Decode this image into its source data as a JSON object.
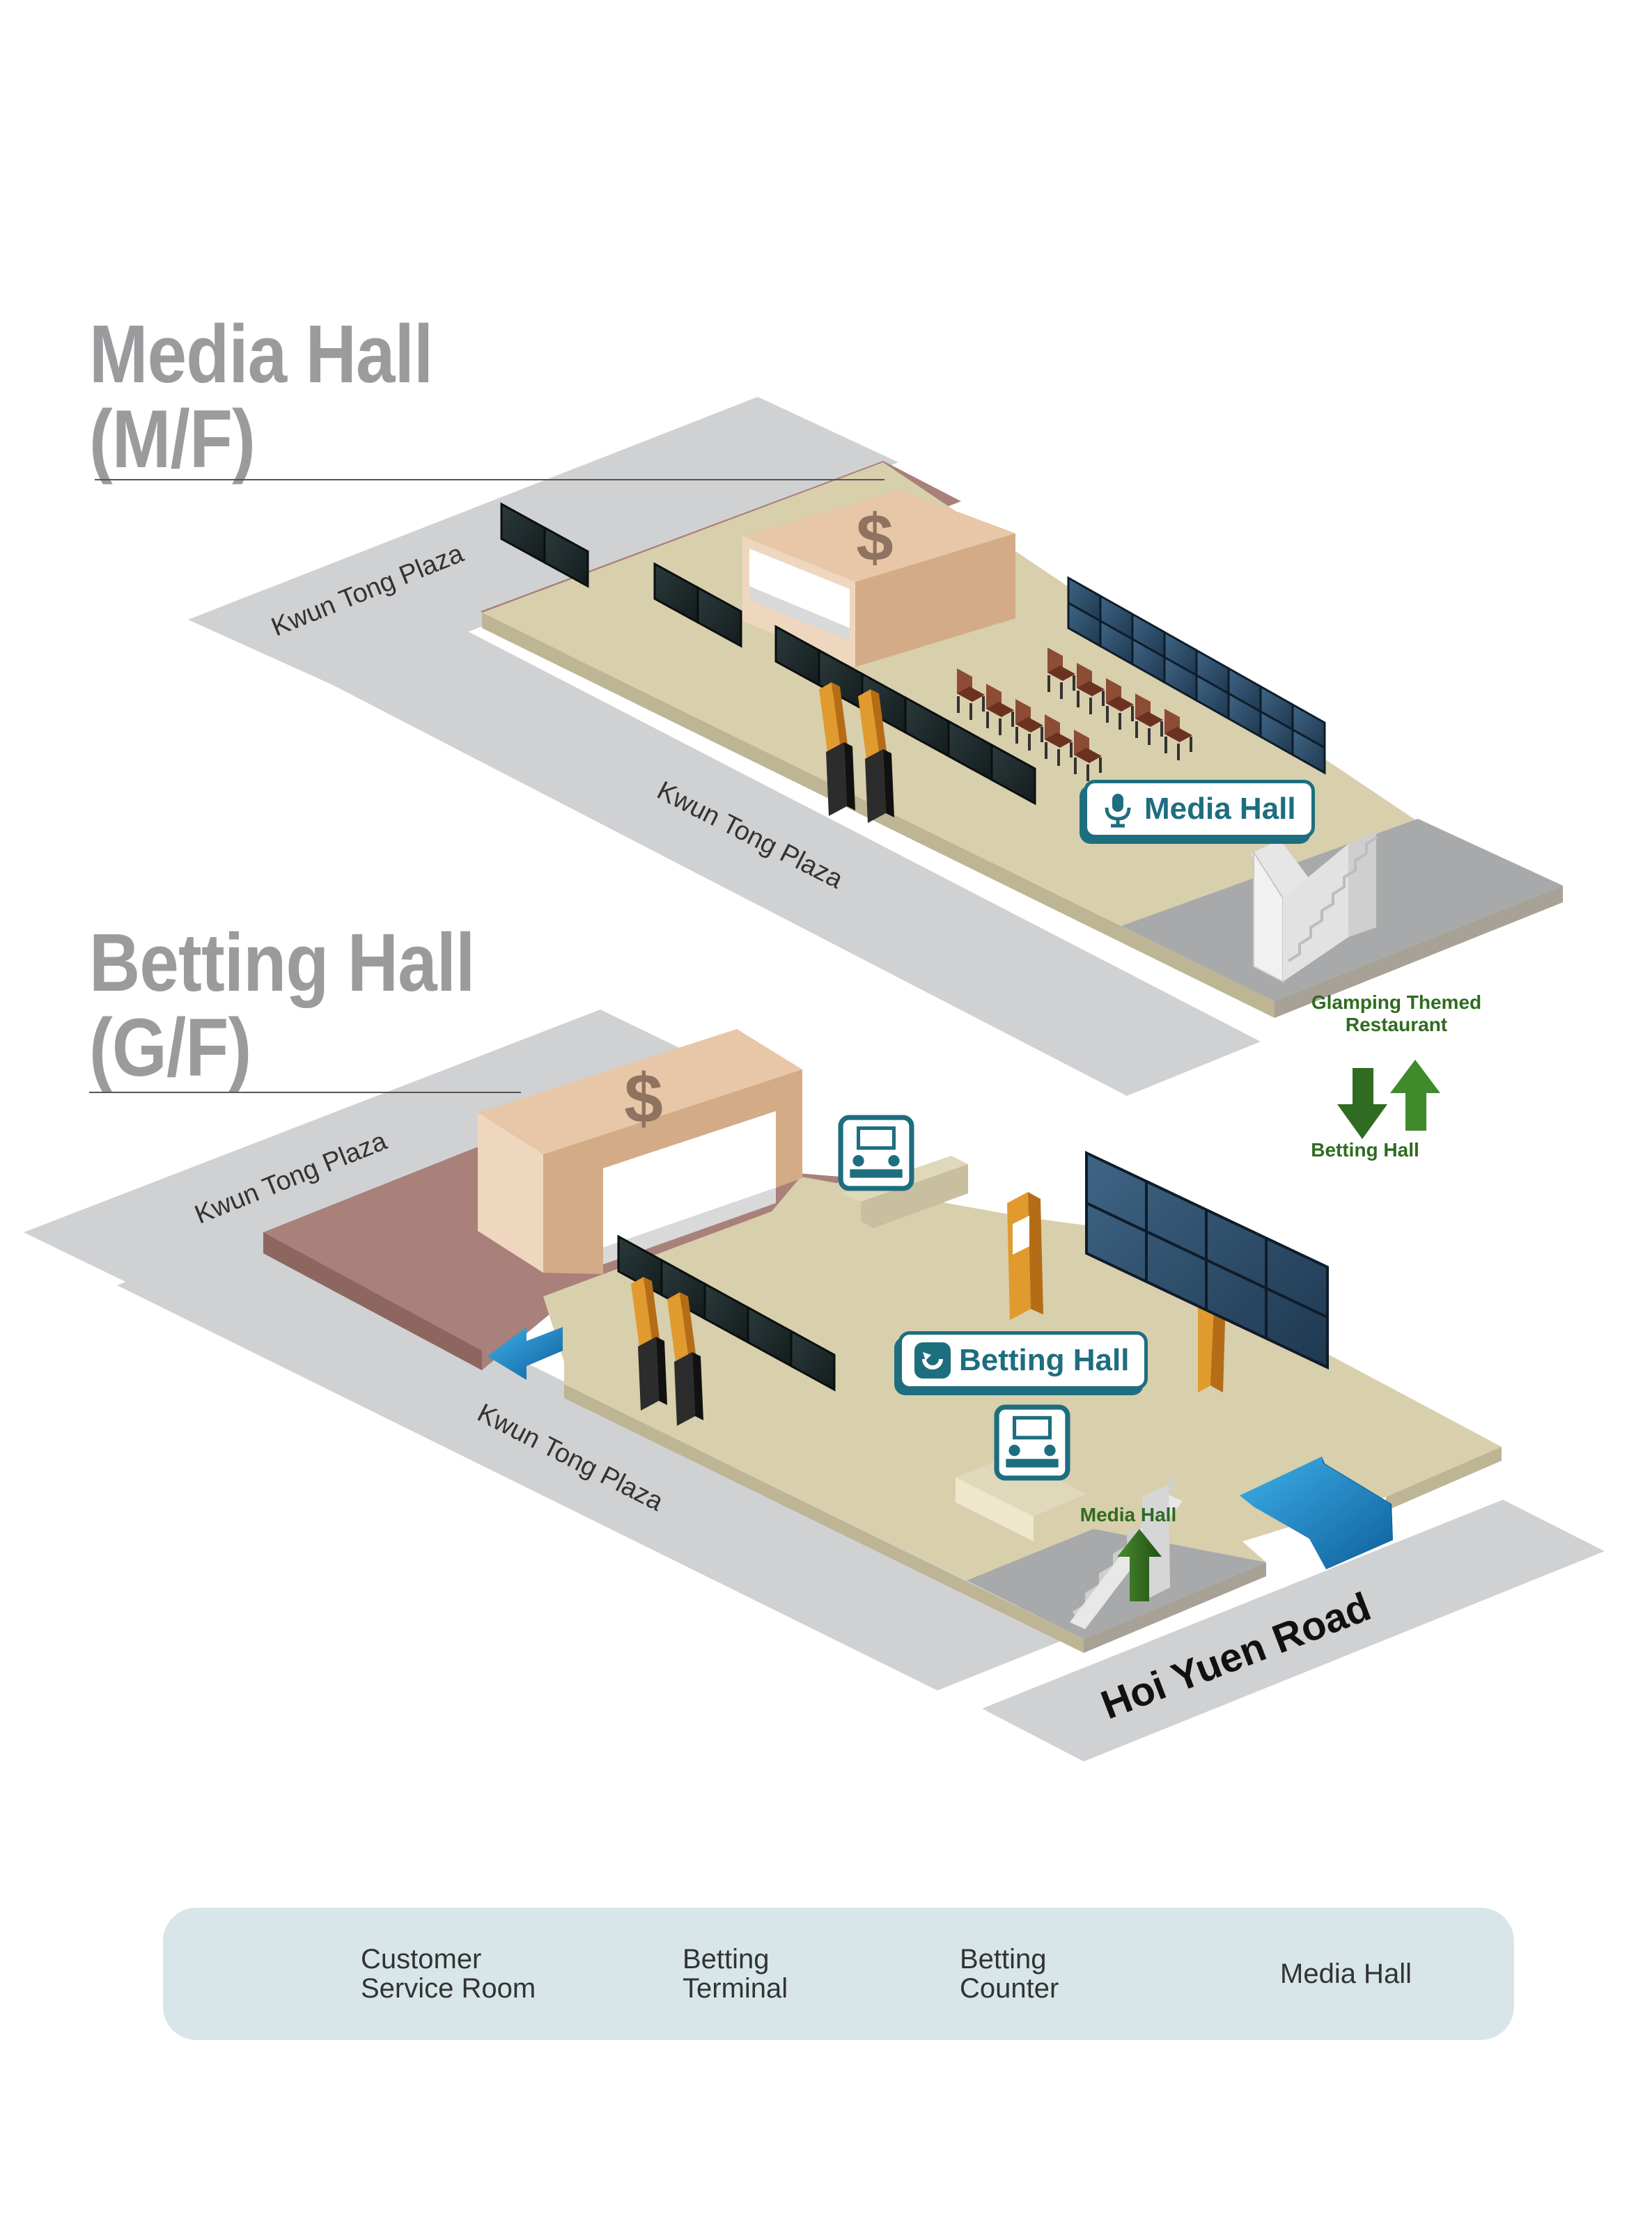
{
  "floors": [
    {
      "id": "mf",
      "title_line1": "Media Hall",
      "title_line2": "(M/F)",
      "zone_badge": "Media Hall",
      "streets": [
        "Kwun Tong Plaza",
        "Kwun Tong Plaza"
      ]
    },
    {
      "id": "gf",
      "title_line1": "Betting Hall",
      "title_line2": "(G/F)",
      "zone_badge": "Betting Hall",
      "streets": [
        "Kwun Tong Plaza",
        "Kwun Tong Plaza",
        "Hoi Yuen Road"
      ],
      "stair_label": "Media Hall"
    }
  ],
  "stair_nav": {
    "top_label": "Glamping Themed Restaurant",
    "bottom_label": "Betting Hall"
  },
  "legend": [
    {
      "label": "Customer\nService Room",
      "icon": "customer-service-room-icon"
    },
    {
      "label": "Betting\nTerminal",
      "icon": "betting-terminal-icon"
    },
    {
      "label": "Betting\nCounter",
      "icon": "betting-counter-icon"
    },
    {
      "label": "Media Hall",
      "icon": "media-hall-icon"
    }
  ],
  "colors": {
    "floor": "#d8cfac",
    "floor_side": "#bdb594",
    "carpet": "#a9807a",
    "street": "#d0d1d3",
    "stair_area": "#a8a9aa",
    "counter": "#e7c7a7",
    "counter_side": "#d3ab86",
    "teal": "#1d6e7f",
    "nav_green": "#2f6b20",
    "screen": "#2c4a66",
    "blue_arrow": "#1a8bc7",
    "terminal": "#e09a2e",
    "legend_bg": "#d8e6ea",
    "title_gray": "#9a9b9d"
  }
}
